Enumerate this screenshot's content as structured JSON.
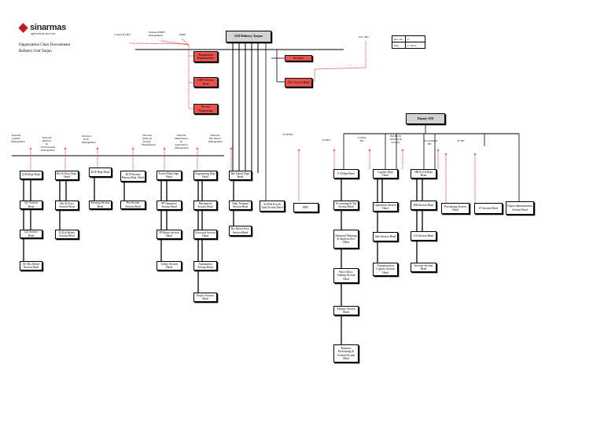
{
  "company": {
    "name": "sinarmas",
    "tagline": "agribusiness and food"
  },
  "header": {
    "line1": "Organization Chart Downstream",
    "line2": "Refinery Unit Tarjun"
  },
  "doc_meta": {
    "rev_label": "Rev. No.",
    "rev_value": "11",
    "date_label": "Date",
    "date_value": "1/7/2016"
  },
  "top_labels": {
    "control_ph": "Control PS HO",
    "national_ehfs": "National EHFS Management",
    "nmr": "NMR",
    "ola_ho": "OLC HO"
  },
  "gm": "GM Refinery Tarjun",
  "mr_boxes": [
    "Management Representative",
    "EHFS Section Head",
    "Process Engineering"
  ],
  "secretary": "Secretary",
  "olc_head": "OLC Section Head",
  "deputy_gm": "Deputy GM",
  "column_labels": {
    "qc": "National Quality Management",
    "ref_frac": "National Refinery & Fractionation Management",
    "kcp": "National KCP Management",
    "utility": "National Utility & Energy Management",
    "maint": "National Maintenance & Automation Management",
    "biodiesel": "National Bio Diesel Management",
    "scm": "SCM HO",
    "fa": "FA HO",
    "trading": "Trading HO",
    "hr": "HR HO & Network & Security",
    "procurement": "Procurement HO",
    "it": "IT HO"
  },
  "boxes": {
    "qa_dept": "Q M Dept Head",
    "qc_sec": "QC Section Head",
    "qa_sec": "QA Section Head",
    "qc_bio": "QC Bio Diesel Section Head",
    "ref_dept": "Ref & Fract Dept. Head",
    "ref_sec": "Ref & Fract Section Head",
    "hydro_sec": "ICD & Hydro Section Head",
    "kcp_dept": "KCP Dept Head",
    "pressing": "Pressing Section Head",
    "kcp_sec": "KCP Section Bureau Dept. Head",
    "prod_plan": "Pro Section Section Head",
    "power_dept": "Power Plant Dept. Head",
    "pp_ops": "PP Operation Section Head",
    "pp_maint": "PP Maint Section Head",
    "utility_sec": "Utility Section Head",
    "eng_dept": "Engineering Dept Head",
    "mech_sec": "Mechanical Section Head",
    "elec_sec": "Electrical Section Head",
    "auto_sec": "Automation Section Head",
    "project_sec": "Project Section Head",
    "bio_dept": "Bio Diesel Dept Head",
    "tank_sec": "Tank Terminal Section Head",
    "bio_sec": "Bio Diesel Proc. Section Head",
    "scm_sec": "SCM & Port & Tank Section Head",
    "ppic": "PPIC",
    "fa_dept": "F A Dept Head",
    "acct_sec": "Accounting & Tax Section Head",
    "fin_sec": "Financial Planning & Analysis Sect Head",
    "back_office": "Back Office Trading Section Head",
    "fin_ops": "Finance Section Head",
    "budget_sec": "Business Performing & Control Section Head",
    "log_dept": "Logistic Dept Head",
    "shipping": "Operations Section Head",
    "export_sec": "Sale Section Head",
    "transport": "Transportation Logistic Section Head",
    "hr_dept": "HR & GA Dept Head",
    "hr_sec": "HR Section Head",
    "ga_sec": "GA Section Head",
    "security": "Security Section Head",
    "purchasing": "Purchasing Section Head",
    "it_sec": "IT Section Head",
    "export_admin": "Export administration Section Head"
  }
}
